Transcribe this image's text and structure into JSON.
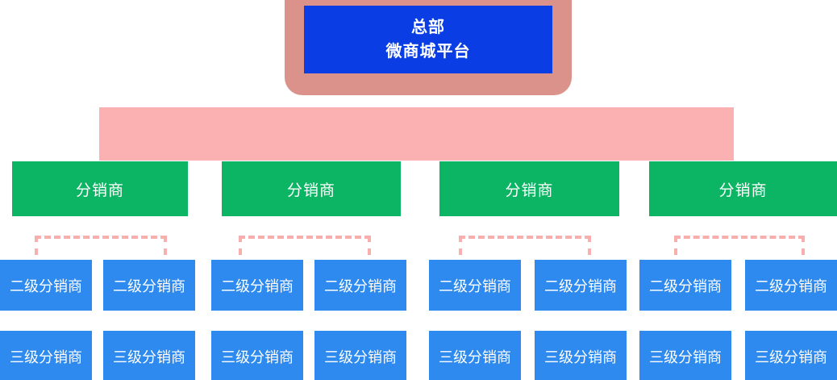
{
  "colors": {
    "header_frame": "#DB928B",
    "header_bg": "#0A3EE4",
    "trunk": "#FBB1B1",
    "connector": "#F9AEAE",
    "distributor": "#0CB563",
    "subnode": "#2E8AEE",
    "text": "#FFFFFF"
  },
  "root": {
    "line1": "总部",
    "line2": "微商城平台"
  },
  "columns": [
    {
      "distributor": "分销商",
      "level2": [
        "二级分销商",
        "二级分销商"
      ],
      "level3": [
        "三级分销商",
        "三级分销商"
      ]
    },
    {
      "distributor": "分销商",
      "level2": [
        "二级分销商",
        "二级分销商"
      ],
      "level3": [
        "三级分销商",
        "三级分销商"
      ]
    },
    {
      "distributor": "分销商",
      "level2": [
        "二级分销商",
        "二级分销商"
      ],
      "level3": [
        "三级分销商",
        "三级分销商"
      ]
    },
    {
      "distributor": "分销商",
      "level2": [
        "二级分销商",
        "二级分销商"
      ],
      "level3": [
        "三级分销商",
        "三级分销商"
      ]
    }
  ]
}
